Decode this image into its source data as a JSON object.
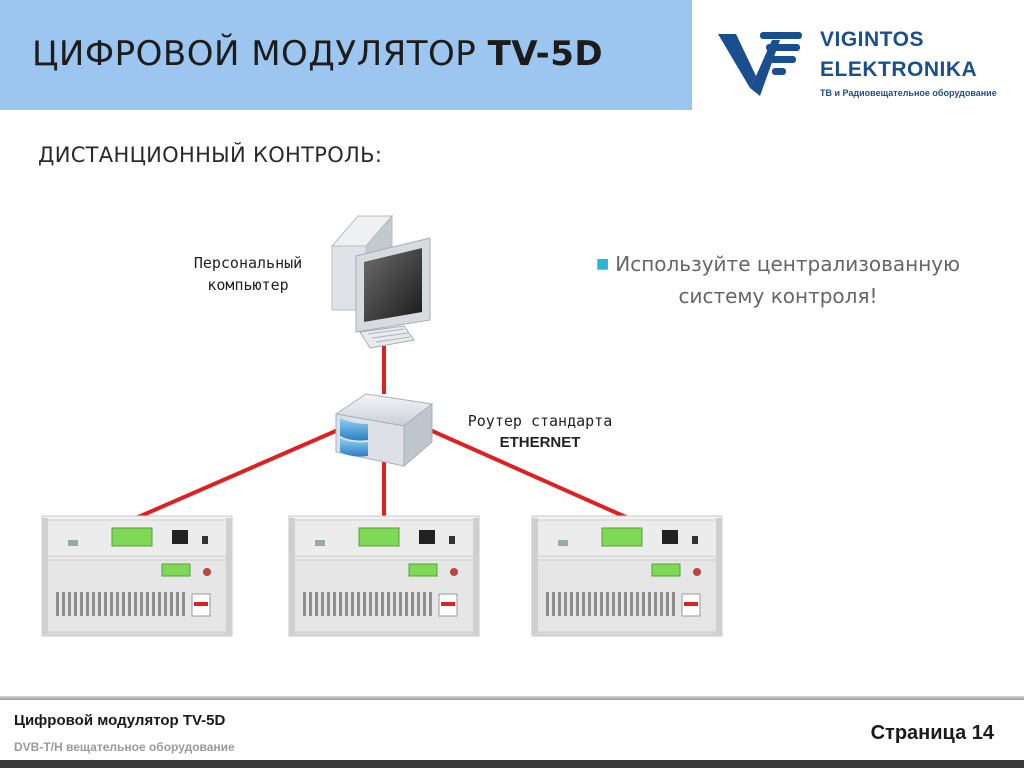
{
  "header": {
    "title_prefix": "ЦИФРОВОЙ МОДУЛЯТОР ",
    "title_bold": "TV-5D",
    "band_color": "#9cc6ef"
  },
  "logo": {
    "line1": "VIGINTOS",
    "line2": "ELEKTRONIKA",
    "tagline": "ТВ и Радиовещательное оборудование",
    "brand_color": "#1a4f8f"
  },
  "subtitle": "ДИСТАНЦИОННЫЙ КОНТРОЛЬ:",
  "bullet": {
    "icon": "square-bullet-icon",
    "text": "Используйте централизованную систему контроля!",
    "color": "#2bb6d8"
  },
  "diagram": {
    "pc_label_line1": "Персональный",
    "pc_label_line2": "компьютер",
    "router_label_line1": "Роутер стандарта",
    "router_label_line2": "ETHERNET",
    "link_color": "#e02020"
  },
  "footer": {
    "title": "Цифровой модулятор TV-5D",
    "subtitle": "DVB-T/H  вещательное оборудование",
    "page": "Страница 14"
  }
}
